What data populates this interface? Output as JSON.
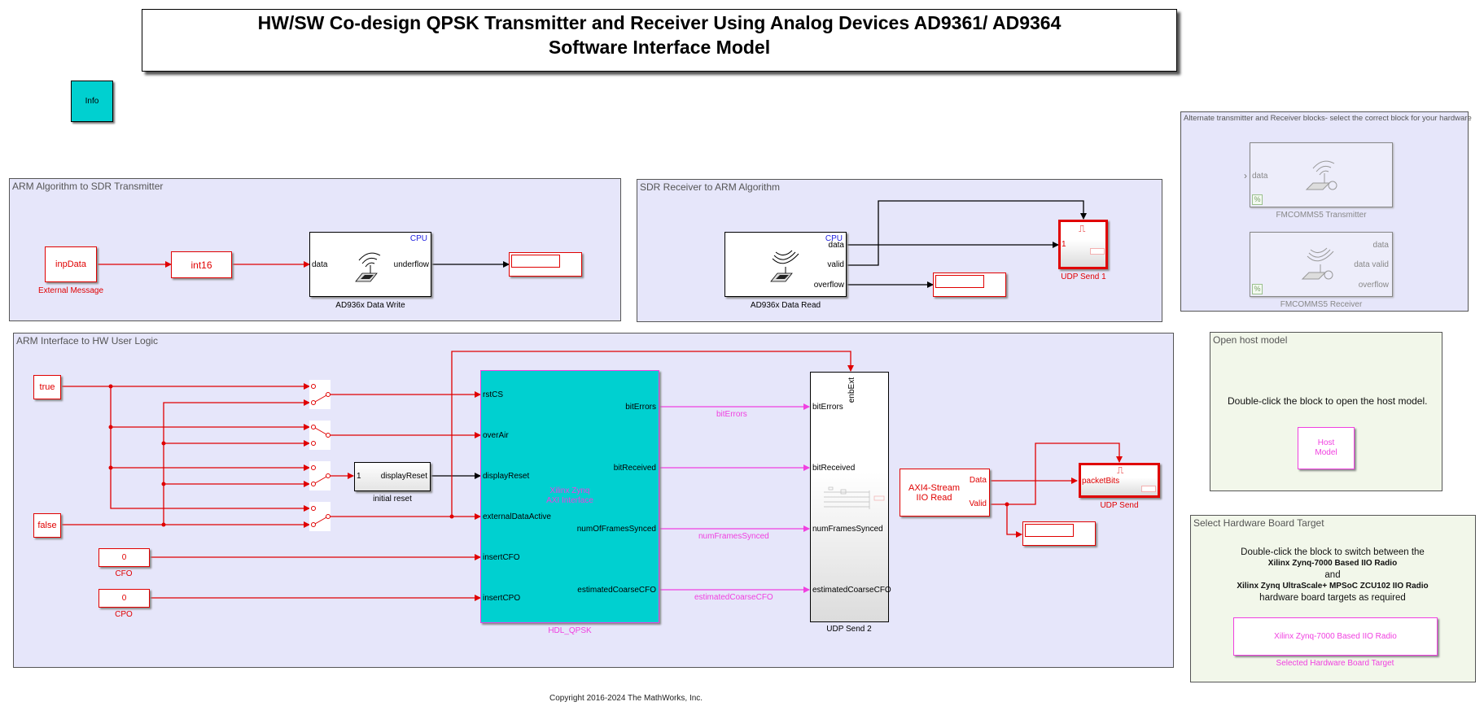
{
  "title": {
    "line1": "HW/SW Co-design QPSK Transmitter and Receiver Using Analog Devices AD9361/ AD9364",
    "line2": "Software Interface Model"
  },
  "info_block": {
    "label": "Info"
  },
  "areas": {
    "tx": {
      "label": "ARM Algorithm to SDR Transmitter"
    },
    "rx": {
      "label": "SDR Receiver to ARM Algorithm"
    },
    "alt": {
      "label": "Alternate transmitter and Receiver blocks- select the correct block for your hardware"
    },
    "hw": {
      "label": "ARM Interface to HW User Logic"
    },
    "host": {
      "label": "Open host model"
    },
    "board": {
      "label": "Select Hardware Board Target"
    }
  },
  "tx_section": {
    "inport": {
      "label": "inpData",
      "name": "External Message"
    },
    "convert": {
      "label": "int16"
    },
    "write_block": {
      "name": "AD936x Data Write",
      "badge": "CPU",
      "in_port": "data",
      "out_port": "underflow",
      "icon": "wireless-transmitter-icon"
    },
    "display": {
      "value": ""
    }
  },
  "rx_section": {
    "read_block": {
      "name": "AD936x Data Read",
      "badge": "CPU",
      "out_ports": [
        "data",
        "valid",
        "overflow"
      ],
      "icon": "wireless-receiver-icon"
    },
    "udp_send_1": {
      "name": "UDP Send 1",
      "in_port": "1",
      "icon": "trigger-pulse-icon"
    },
    "display": {
      "value": ""
    }
  },
  "alt_section": {
    "transmitter": {
      "name": "FMCOMMS5 Transmitter",
      "in_port": "data",
      "badge": "%"
    },
    "receiver": {
      "name": "FMCOMMS5 Receiver",
      "out_ports": [
        "data",
        "data valid",
        "overflow"
      ],
      "badge": "%"
    }
  },
  "hw_section": {
    "constants": {
      "true_label": "true",
      "false_label": "false",
      "cfo": {
        "value": "0",
        "name": "CFO"
      },
      "cpo": {
        "value": "0",
        "name": "CPO"
      }
    },
    "initial_reset": {
      "name": "initial reset",
      "in_port": "1",
      "out_port": "displayReset"
    },
    "hdl_block": {
      "name": "HDL_QPSK",
      "center_label_1": "Xilinx Zynq",
      "center_label_2": "AXI Interface",
      "in_ports": [
        "rstCS",
        "overAir",
        "displayReset",
        "externalDataActive",
        "insertCFO",
        "insertCPO"
      ],
      "out_ports": [
        "bitErrors",
        "bitReceived",
        "numOfFramesSynced",
        "estimatedCoarseCFO"
      ]
    },
    "signal_labels": [
      "bitErrors",
      "numFramesSynced",
      "estimatedCoarseCFO"
    ],
    "udp_send_2": {
      "name": "UDP Send 2",
      "enable_port": "enbExt",
      "in_ports": [
        "bitErrors",
        "bitReceived",
        "numFramesSynced",
        "estimatedCoarseCFO"
      ]
    },
    "axi_read": {
      "line1": "AXI4-Stream",
      "line2": "IIO Read",
      "out_ports": [
        "Data",
        "Valid"
      ]
    },
    "udp_send": {
      "name": "UDP Send",
      "in_port": "packetBits",
      "icon": "trigger-pulse-icon"
    },
    "display": {
      "value": ""
    }
  },
  "host_section": {
    "instruction": "Double-click the block to open the host model.",
    "block_line1": "Host",
    "block_line2": "Model"
  },
  "board_section": {
    "line1": "Double-click the block to switch between the",
    "line2": "Xilinx Zynq-7000 Based IIO Radio",
    "line3": "and",
    "line4": "Xilinx Zynq UltraScale+ MPSoC ZCU102 IIO Radio",
    "line5": "hardware board targets as required",
    "selected_value": "Xilinx Zynq-7000 Based IIO Radio",
    "selected_name": "Selected Hardware Board Target"
  },
  "colors": {
    "signal_red": "#e00000",
    "signal_magenta": "#f040e0",
    "hdl_cyan": "#00d0d0",
    "area_lavender": "#e6e6fa",
    "area_green": "#f2f7ea",
    "cpu_blue": "#2020e0"
  },
  "footer": {
    "copyright": "Copyright 2016-2024 The MathWorks, Inc."
  }
}
